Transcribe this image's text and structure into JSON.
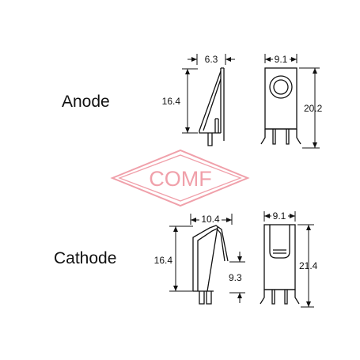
{
  "labels": {
    "anode": "Anode",
    "cathode": "Cathode"
  },
  "watermark": {
    "text": "COMF",
    "color": "#f0a0aa"
  },
  "anode": {
    "side_width": "6.3",
    "side_height": "16.4",
    "front_width": "9.1",
    "front_height": "20.2"
  },
  "cathode": {
    "side_width": "10.4",
    "side_height": "16.4",
    "side_inner_height": "9.3",
    "front_width": "9.1",
    "front_height": "21.4"
  }
}
